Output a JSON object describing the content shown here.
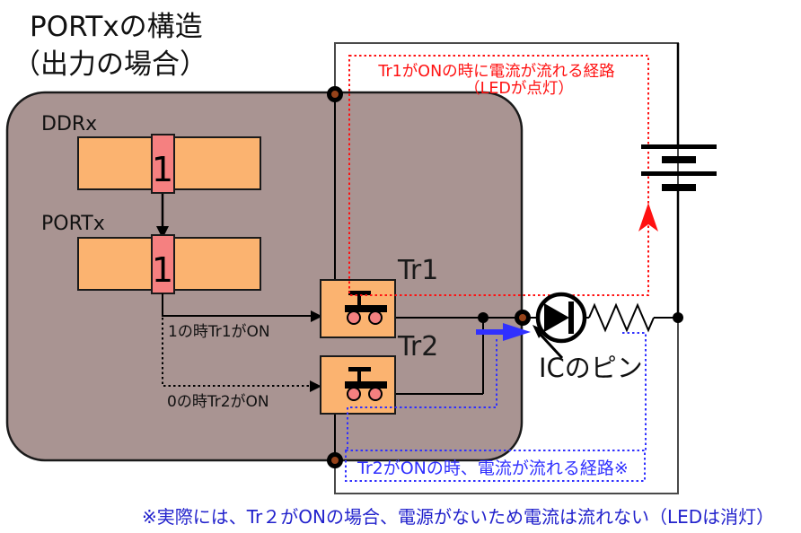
{
  "title": {
    "line1": "PORTxの構造",
    "line2": "（出力の場合）"
  },
  "colors": {
    "ic_body": "#a99492",
    "register_bar": "#fbb370",
    "bit_cell": "#f58080",
    "red_path": "#ff1111",
    "blue_path": "#3030ff",
    "footnote_blue": "#2222cc",
    "pin_brown": "#96431a",
    "wire": "#000000",
    "circuit_border": "#4a4a4a"
  },
  "ic": {
    "registers": [
      {
        "name": "DDRx",
        "bit": "1"
      },
      {
        "name": "PORTx",
        "bit": "1"
      }
    ],
    "wire_labels": [
      {
        "text": "1の時Tr1がON"
      },
      {
        "text": "0の時Tr2がON"
      }
    ],
    "transistors": [
      {
        "label": "Tr1"
      },
      {
        "label": "Tr2"
      }
    ]
  },
  "circuit": {
    "pin_label": "ICのピン"
  },
  "annotations": {
    "red_path": {
      "line1": "Tr1がONの時に電流が流れる経路",
      "line2": "（LEDが点灯）"
    },
    "blue_path": {
      "text": "Tr2がONの時、電流が流れる経路※"
    },
    "footnote": "※実際には、Tr２がONの場合、電源がないため電流は流れない（LEDは消灯）"
  }
}
